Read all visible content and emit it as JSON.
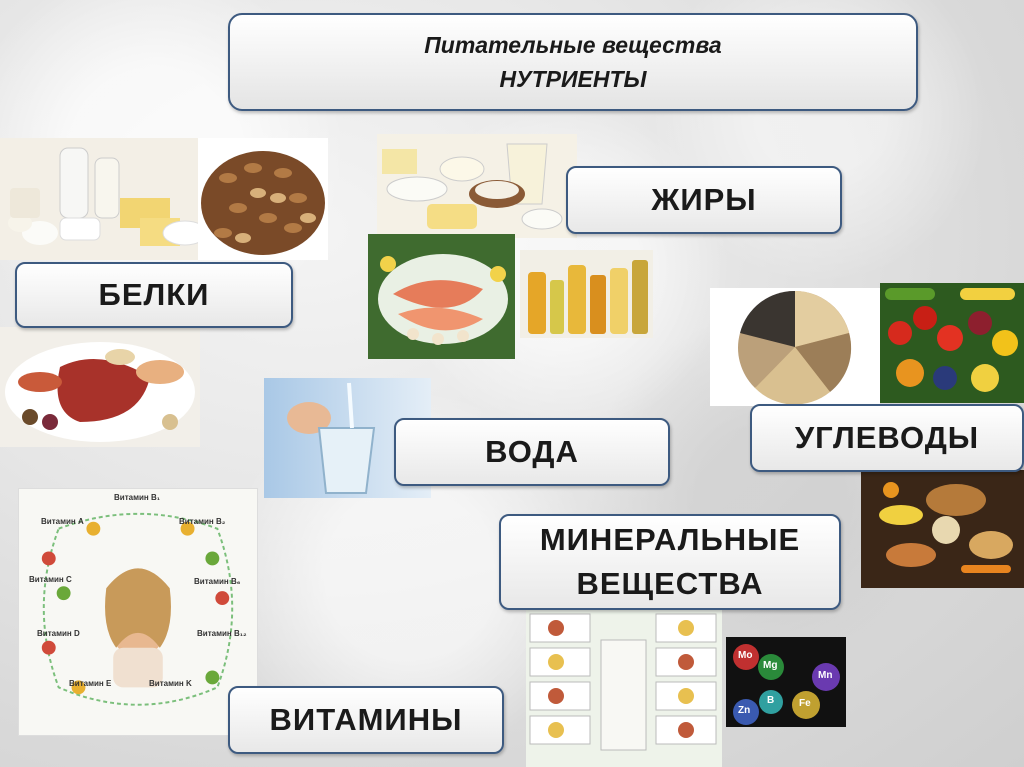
{
  "title": {
    "line1": "Питательные вещества",
    "line2": "НУТРИЕНТЫ"
  },
  "labels": {
    "zhiry": "ЖИРЫ",
    "belki": "БЕЛКИ",
    "voda": "ВОДА",
    "uglevody": "УГЛЕВОДЫ",
    "mineral_line1": "МИНЕРАЛЬНЫЕ",
    "mineral_line2": "ВЕЩЕСТВА",
    "vitaminy": "ВИТАМИНЫ"
  },
  "vitamin_chart": {
    "items": [
      "Витамин B₁",
      "Витамин A",
      "Витамин B₂",
      "Витамин C",
      "Витамин B₆",
      "Витамин D",
      "Витамин B₁₂",
      "Витамин E",
      "Витамин K"
    ]
  },
  "mineral_elements": [
    "Mo",
    "Mg",
    "Mn",
    "Zn",
    "B",
    "Fe"
  ],
  "colors": {
    "box_border": "#3d5a80",
    "text": "#1a1a1a"
  }
}
